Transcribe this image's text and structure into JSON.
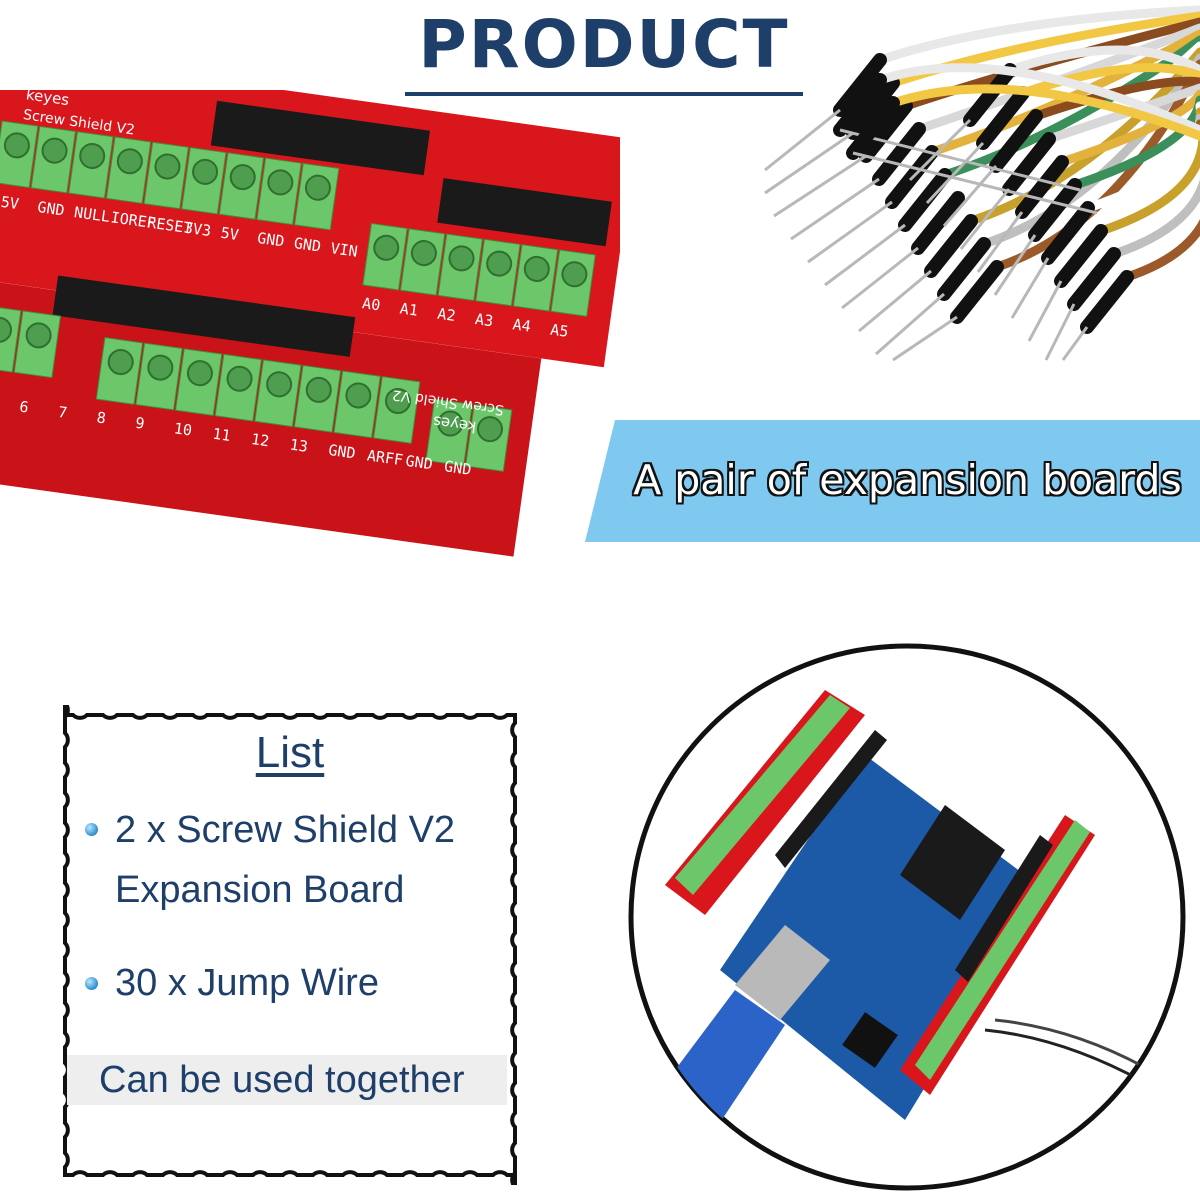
{
  "title": "PRODUCT",
  "banner_text": "A pair of expansion boards",
  "list": {
    "title": "List",
    "items": [
      {
        "line1": "2 x Screw Shield V2",
        "line2": "Expansion Board"
      },
      {
        "line1": "30 x Jump Wire"
      }
    ],
    "footer": "Can be used together"
  },
  "board_top": {
    "brand": "keyes",
    "model": "Screw Shield V2",
    "pins": [
      "5V",
      "GND",
      "NULL",
      "IOREF",
      "RESET",
      "3V3",
      "5V",
      "GND",
      "GND",
      "VIN"
    ],
    "analog_pins": [
      "A0",
      "A1",
      "A2",
      "A3",
      "A4",
      "A5"
    ]
  },
  "board_bottom": {
    "brand": "keyes",
    "model": "Screw Shield V2",
    "pins": [
      "6",
      "7",
      "8",
      "9",
      "10",
      "11",
      "12",
      "13",
      "GND",
      "ARFF",
      "GND",
      "GND"
    ]
  },
  "colors": {
    "navy": "#1d3f6a",
    "banner": "#7fc8ef",
    "board_red": "#d9161c",
    "terminal_green": "#6cc76a"
  }
}
